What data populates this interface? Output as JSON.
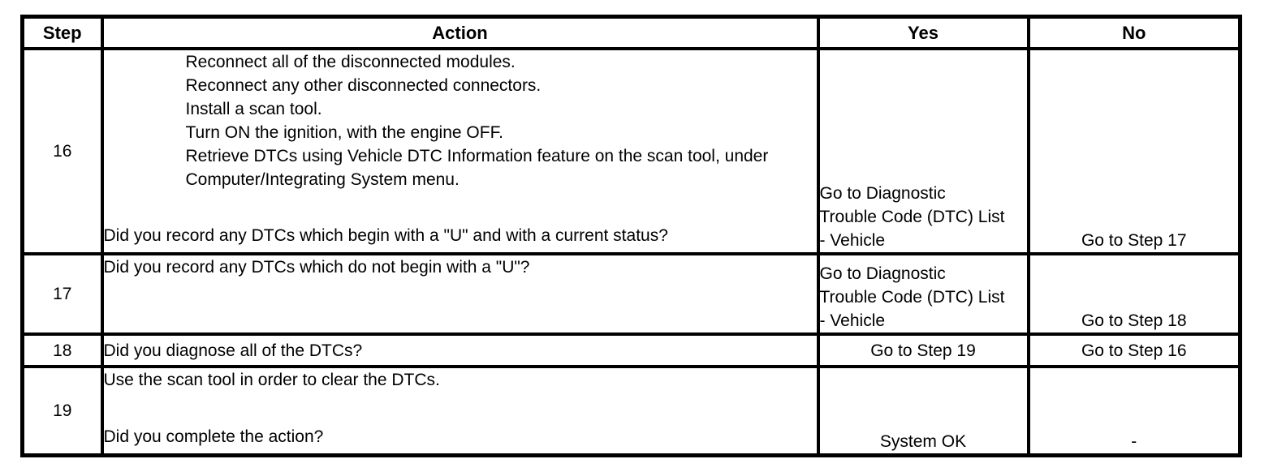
{
  "table": {
    "headers": [
      "Step",
      "Action",
      "Yes",
      "No"
    ],
    "rows": [
      {
        "step": "16",
        "instructions": [
          "Reconnect all of the disconnected modules.",
          "Reconnect any other disconnected connectors.",
          "Install a scan tool.",
          "Turn ON the ignition, with the engine OFF.",
          "Retrieve DTCs using Vehicle DTC Information feature on the scan tool, under Computer/Integrating System menu."
        ],
        "question": "Did you record any DTCs which begin with a \"U\" and with a current status?",
        "yes": "Go to Diagnostic Trouble Code (DTC) List - Vehicle",
        "no": "Go to Step 17"
      },
      {
        "step": "17",
        "question": "Did you record any DTCs which do not begin with a \"U\"?",
        "yes": "Go to Diagnostic Trouble Code (DTC) List - Vehicle",
        "no": "Go to Step 18"
      },
      {
        "step": "18",
        "question": "Did you diagnose all of the DTCs?",
        "yes": "Go to Step 19",
        "no": "Go to Step 16"
      },
      {
        "step": "19",
        "statement": "Use the scan tool in order to clear the DTCs.",
        "question": "Did you complete the action?",
        "yes": "System OK",
        "no": "-"
      }
    ]
  },
  "colors": {
    "border": "#000000",
    "text": "#000000",
    "background": "#ffffff"
  }
}
